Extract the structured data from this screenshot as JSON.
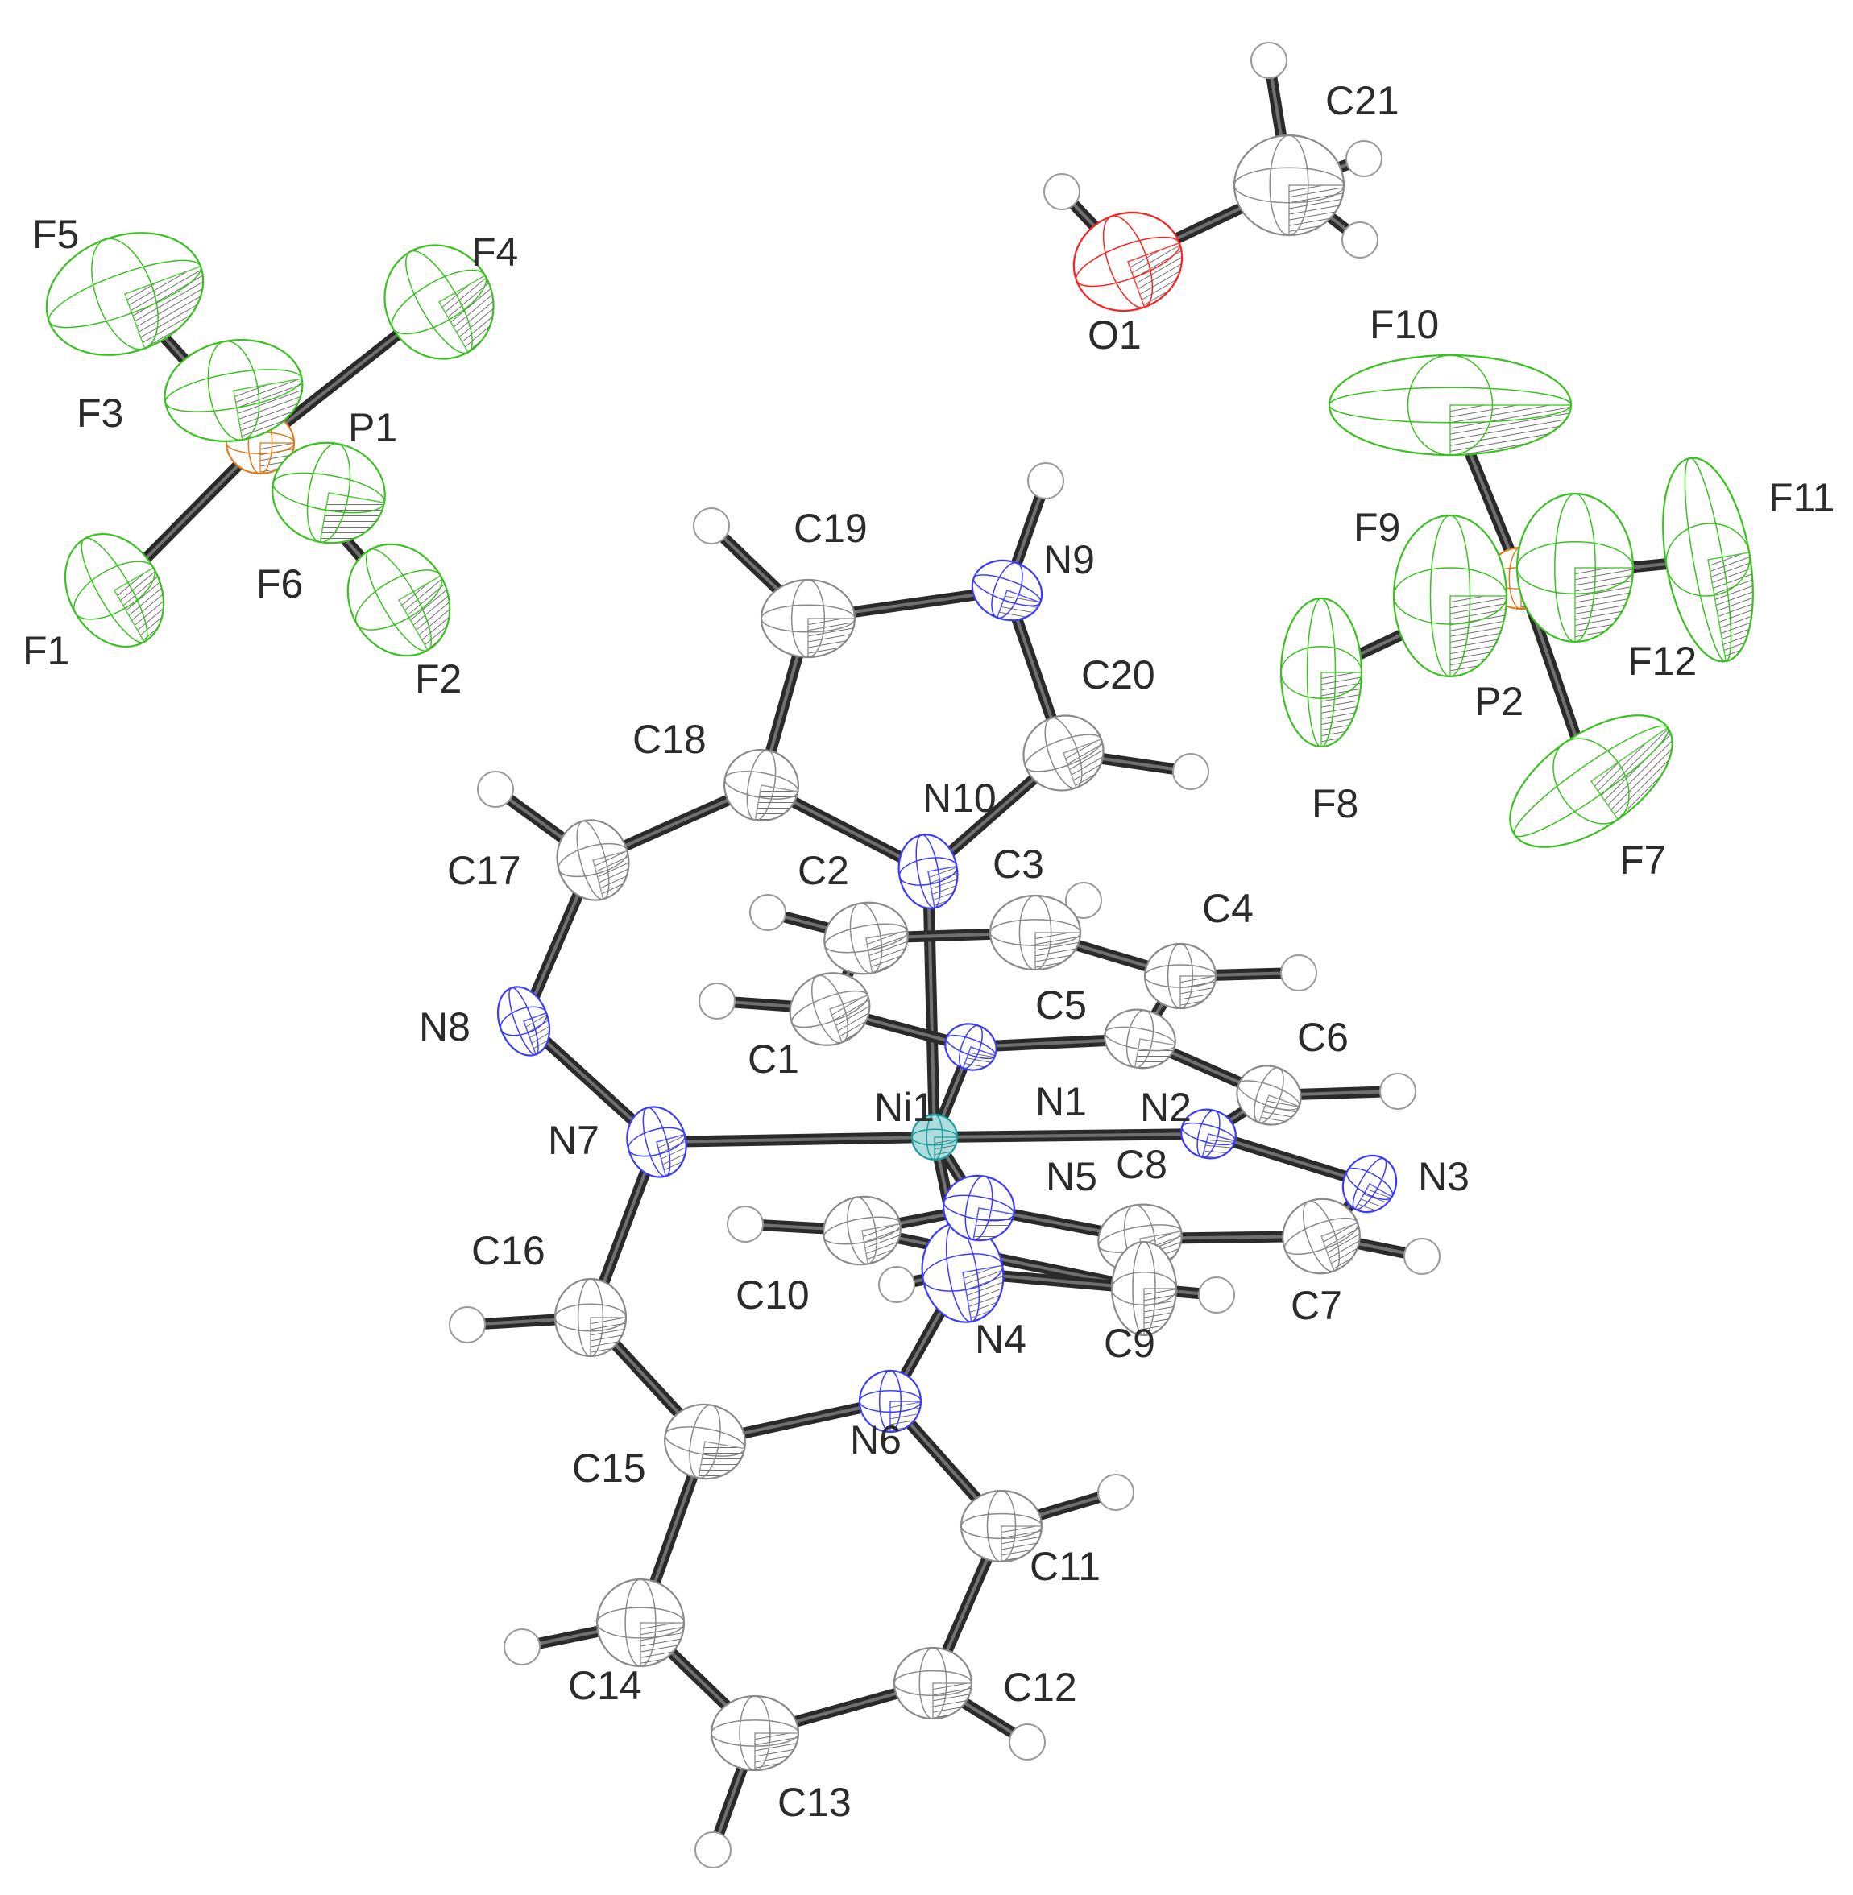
{
  "colors": {
    "background": "#ffffff",
    "carbon": "#8a8a8a",
    "hydrogen": "#9a9a9a",
    "nitrogen": "#3b3bff",
    "oxygen": "#ff2020",
    "fluorine": "#39c21f",
    "phosphorus": "#e07a1c",
    "nickel": "#1a9e9e",
    "bond": "#2a2a2a"
  },
  "diagram": {
    "type": "ORTEP thermal ellipsoid plot",
    "atoms": [
      {
        "label": "Ni1",
        "element": "Ni"
      },
      {
        "label": "N1",
        "element": "N"
      },
      {
        "label": "N2",
        "element": "N"
      },
      {
        "label": "N3",
        "element": "N"
      },
      {
        "label": "N4",
        "element": "N"
      },
      {
        "label": "N5",
        "element": "N"
      },
      {
        "label": "N6",
        "element": "N"
      },
      {
        "label": "N7",
        "element": "N"
      },
      {
        "label": "N8",
        "element": "N"
      },
      {
        "label": "N9",
        "element": "N"
      },
      {
        "label": "N10",
        "element": "N"
      },
      {
        "label": "C1",
        "element": "C"
      },
      {
        "label": "C2",
        "element": "C"
      },
      {
        "label": "C3",
        "element": "C"
      },
      {
        "label": "C4",
        "element": "C"
      },
      {
        "label": "C5",
        "element": "C"
      },
      {
        "label": "C6",
        "element": "C"
      },
      {
        "label": "C7",
        "element": "C"
      },
      {
        "label": "C8",
        "element": "C"
      },
      {
        "label": "C9",
        "element": "C"
      },
      {
        "label": "C10",
        "element": "C"
      },
      {
        "label": "C11",
        "element": "C"
      },
      {
        "label": "C12",
        "element": "C"
      },
      {
        "label": "C13",
        "element": "C"
      },
      {
        "label": "C14",
        "element": "C"
      },
      {
        "label": "C15",
        "element": "C"
      },
      {
        "label": "C16",
        "element": "C"
      },
      {
        "label": "C17",
        "element": "C"
      },
      {
        "label": "C18",
        "element": "C"
      },
      {
        "label": "C19",
        "element": "C"
      },
      {
        "label": "C20",
        "element": "C"
      },
      {
        "label": "C21",
        "element": "C"
      },
      {
        "label": "O1",
        "element": "O"
      },
      {
        "label": "P1",
        "element": "P"
      },
      {
        "label": "P2",
        "element": "P"
      },
      {
        "label": "F1",
        "element": "F"
      },
      {
        "label": "F2",
        "element": "F"
      },
      {
        "label": "F3",
        "element": "F"
      },
      {
        "label": "F4",
        "element": "F"
      },
      {
        "label": "F5",
        "element": "F"
      },
      {
        "label": "F6",
        "element": "F"
      },
      {
        "label": "F7",
        "element": "F"
      },
      {
        "label": "F8",
        "element": "F"
      },
      {
        "label": "F9",
        "element": "F"
      },
      {
        "label": "F10",
        "element": "F"
      },
      {
        "label": "F11",
        "element": "F"
      },
      {
        "label": "F12",
        "element": "F"
      }
    ],
    "bonds": [
      [
        "Ni1",
        "N1"
      ],
      [
        "Ni1",
        "N2"
      ],
      [
        "Ni1",
        "N5"
      ],
      [
        "Ni1",
        "N7"
      ],
      [
        "Ni1",
        "N10"
      ],
      [
        "Ni1",
        "N4"
      ],
      [
        "C1",
        "N1"
      ],
      [
        "C1",
        "C2"
      ],
      [
        "C2",
        "C3"
      ],
      [
        "C3",
        "C4"
      ],
      [
        "C4",
        "C5"
      ],
      [
        "C5",
        "N1"
      ],
      [
        "C5",
        "C6"
      ],
      [
        "C6",
        "N2"
      ],
      [
        "N2",
        "N3"
      ],
      [
        "N3",
        "C7"
      ],
      [
        "C7",
        "C8"
      ],
      [
        "C8",
        "N5"
      ],
      [
        "N5",
        "C10"
      ],
      [
        "C10",
        "C9"
      ],
      [
        "C9",
        "N4"
      ],
      [
        "N4",
        "N6"
      ],
      [
        "N6",
        "C15"
      ],
      [
        "N6",
        "C11"
      ],
      [
        "C11",
        "C12"
      ],
      [
        "C12",
        "C13"
      ],
      [
        "C13",
        "C14"
      ],
      [
        "C14",
        "C15"
      ],
      [
        "C15",
        "C16"
      ],
      [
        "C16",
        "N7"
      ],
      [
        "N7",
        "N8"
      ],
      [
        "N8",
        "C17"
      ],
      [
        "C17",
        "C18"
      ],
      [
        "C18",
        "N10"
      ],
      [
        "C18",
        "C19"
      ],
      [
        "C19",
        "N9"
      ],
      [
        "N9",
        "C20"
      ],
      [
        "C20",
        "N10"
      ],
      [
        "O1",
        "C21"
      ],
      [
        "P1",
        "F1"
      ],
      [
        "P1",
        "F2"
      ],
      [
        "P1",
        "F3"
      ],
      [
        "P1",
        "F4"
      ],
      [
        "P1",
        "F5"
      ],
      [
        "P1",
        "F6"
      ],
      [
        "P2",
        "F7"
      ],
      [
        "P2",
        "F8"
      ],
      [
        "P2",
        "F9"
      ],
      [
        "P2",
        "F10"
      ],
      [
        "P2",
        "F11"
      ],
      [
        "P2",
        "F12"
      ]
    ]
  }
}
